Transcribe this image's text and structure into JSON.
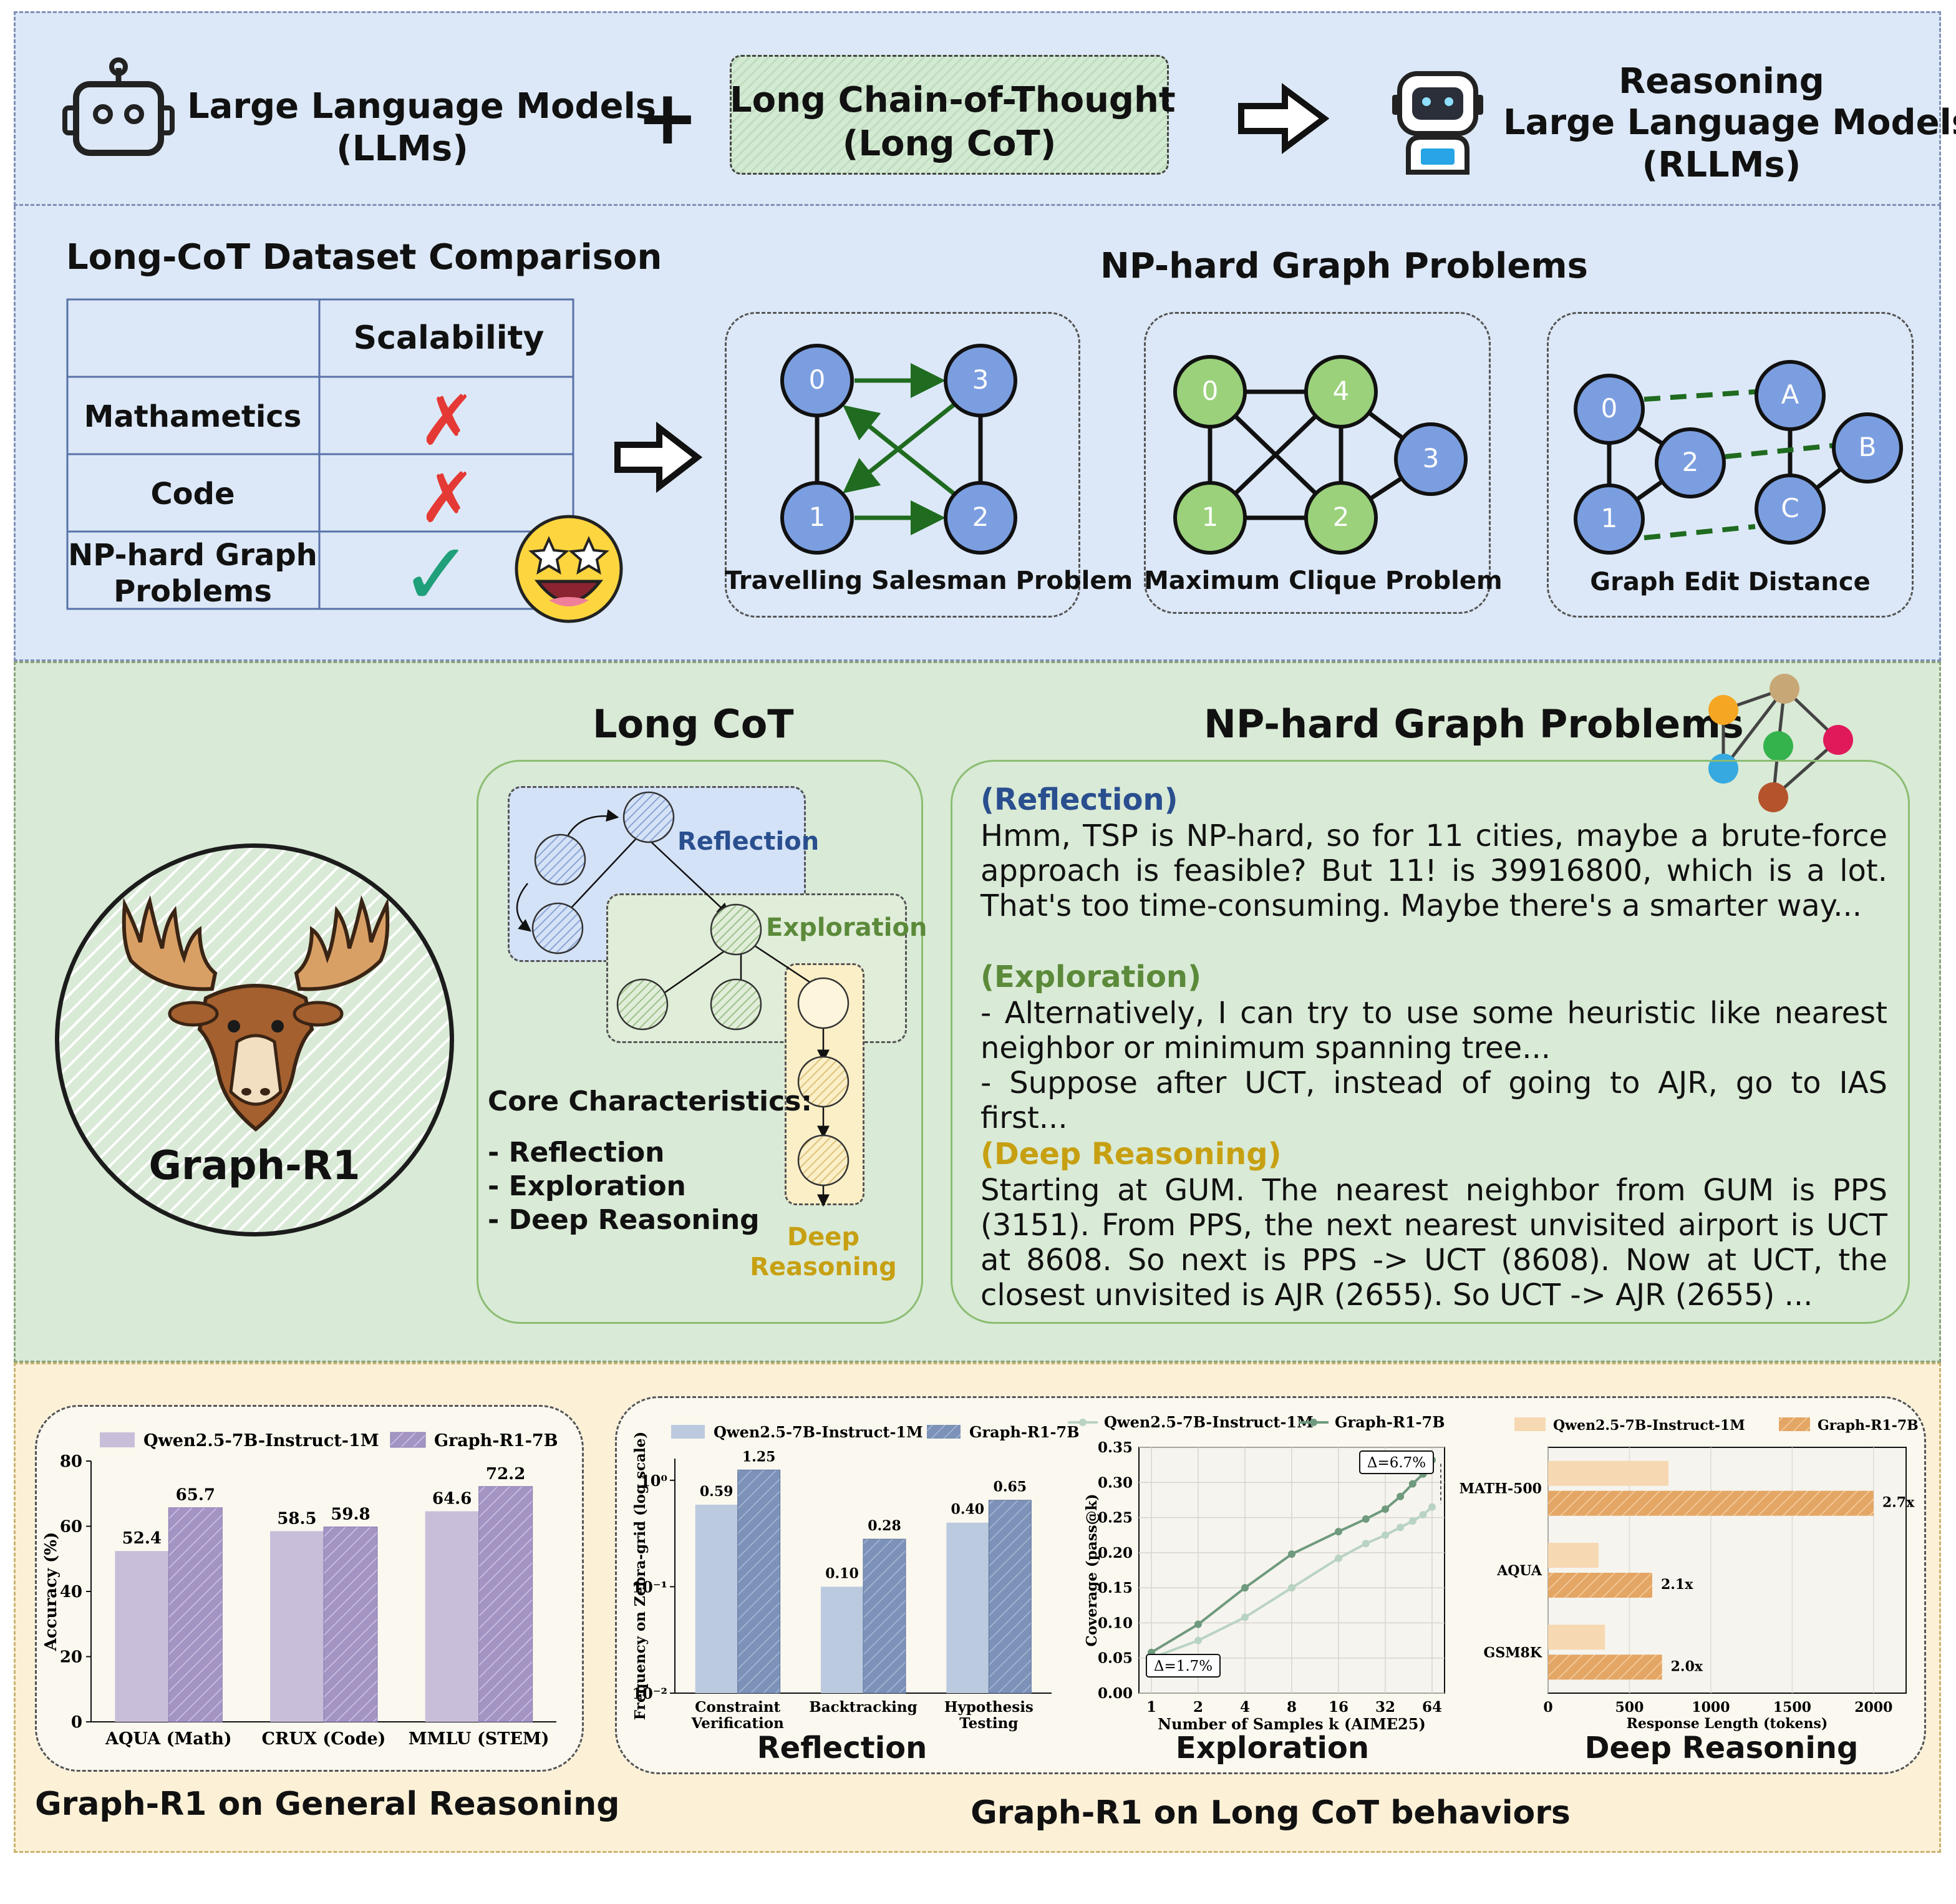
{
  "top": {
    "llm_label_1": "Large Language Models",
    "llm_label_2": "(LLMs)",
    "plus": "+",
    "cot_label_1": "Long Chain-of-Thought",
    "cot_label_2": "(Long CoT)",
    "rllm_label_1": "Reasoning",
    "rllm_label_2": "Large Language Models",
    "rllm_label_3": "(RLLMs)"
  },
  "comparison": {
    "title": "Long-CoT Dataset Comparison",
    "col_header": "Scalability",
    "rows": [
      {
        "label": "Mathametics",
        "value": "✗"
      },
      {
        "label": "Code",
        "value": "✗"
      },
      {
        "label_1": "NP-hard Graph",
        "label_2": "Problems",
        "value": "✓"
      }
    ]
  },
  "graphs": {
    "title": "NP-hard Graph Problems",
    "tsp": {
      "caption": "Travelling Salesman Problem",
      "nodes": [
        "0",
        "3",
        "1",
        "2"
      ]
    },
    "mcp": {
      "caption": "Maximum Clique Problem",
      "nodes": [
        "0",
        "4",
        "3",
        "1",
        "2"
      ]
    },
    "ged": {
      "caption": "Graph Edit Distance",
      "nodes": [
        "0",
        "2",
        "1",
        "A",
        "B",
        "C"
      ]
    }
  },
  "middle": {
    "long_cot_title": "Long CoT",
    "np_title": "NP-hard Graph Problems",
    "model_name": "Graph-R1",
    "tree_labels": {
      "reflection": "Reflection",
      "exploration": "Exploration",
      "deep_1": "Deep",
      "deep_2": "Reasoning"
    },
    "core_title": "Core Characteristics:",
    "core_items": [
      "- Reflection",
      "- Exploration",
      "- Deep Reasoning"
    ],
    "reflection_head": "(Reflection)",
    "reflection_text": "Hmm, TSP is NP-hard, so for 11 cities, maybe a brute-force approach is feasible? But 11! is 39916800, which is a lot. That's too time-consuming. Maybe there's a smarter way...",
    "exploration_head": "(Exploration)",
    "exploration_text_1": "- Alternatively, I can try to use some heuristic like nearest neighbor or minimum spanning tree...",
    "exploration_text_2": "- Suppose after UCT, instead of going to AJR, go to IAS first...",
    "deep_head": "(Deep Reasoning)",
    "deep_text": "Starting at GUM. The nearest neighbor from GUM is PPS (3151). From PPS, the next nearest unvisited airport is UCT at 8608. So next is PPS -> UCT (8608). Now at UCT, the closest unvisited is AJR (2655). So UCT -> AJR (2655) ..."
  },
  "bottom": {
    "general_caption": "Graph-R1 on General Reasoning",
    "cot_caption": "Graph-R1 on Long CoT behaviors",
    "reflection_caption": "Reflection",
    "exploration_caption": "Exploration",
    "deep_caption": "Deep Reasoning"
  },
  "colors": {
    "lilac": "#c9bed9",
    "purple": "#a494c4",
    "slate_light": "#bccadf",
    "slate": "#7d92b8",
    "sage_light": "#b9d3c2",
    "sage": "#6f9a7e",
    "peach_light": "#f6d8b2",
    "peach": "#e4a665"
  },
  "chart_data": [
    {
      "type": "bar",
      "categories": [
        "AQUA (Math)",
        "CRUX (Code)",
        "MMLU (STEM)"
      ],
      "series": [
        {
          "name": "Qwen2.5-7B-Instruct-1M",
          "values": [
            52.4,
            58.5,
            64.6
          ]
        },
        {
          "name": "Graph-R1-7B",
          "values": [
            65.7,
            59.8,
            72.2
          ]
        }
      ],
      "ylabel": "Accuracy (%)",
      "ylim": [
        0,
        80
      ],
      "yticks": [
        0,
        20,
        40,
        60,
        80
      ],
      "legend": "top"
    },
    {
      "type": "bar",
      "categories_1": [
        "Constraint",
        "Backtracking",
        "Hypothesis"
      ],
      "categories_2": [
        "Verification",
        "",
        "Testing"
      ],
      "series": [
        {
          "name": "Qwen2.5-7B-Instruct-1M",
          "values": [
            0.59,
            0.1,
            0.4
          ]
        },
        {
          "name": "Graph-R1-7B",
          "values": [
            1.25,
            0.28,
            0.65
          ]
        }
      ],
      "ylabel": "Frequency on Zebra-grid (log scale)",
      "yscale": "log",
      "ylim": [
        0.01,
        1.6
      ],
      "yticks": [
        "10⁰",
        "10⁻¹",
        "10⁻²"
      ],
      "legend": "top"
    },
    {
      "type": "line",
      "x": [
        1,
        2,
        4,
        8,
        16,
        24,
        32,
        40,
        48,
        56,
        64
      ],
      "xticks": [
        "1",
        "2",
        "4",
        "8",
        "16",
        "32",
        "64"
      ],
      "series": [
        {
          "name": "Qwen2.5-7B-Instruct-1M",
          "values": [
            0.05,
            0.075,
            0.108,
            0.15,
            0.192,
            0.213,
            0.225,
            0.236,
            0.245,
            0.254,
            0.265
          ]
        },
        {
          "name": "Graph-R1-7B",
          "values": [
            0.058,
            0.098,
            0.15,
            0.198,
            0.23,
            0.248,
            0.262,
            0.28,
            0.298,
            0.312,
            0.332
          ]
        }
      ],
      "xlabel": "Number of Samples k (AIME25)",
      "ylabel": "Coverage (pass@k)",
      "xscale": "log2",
      "ylim": [
        0,
        0.35
      ],
      "yticks": [
        "0.00",
        "0.05",
        "0.10",
        "0.15",
        "0.20",
        "0.25",
        "0.30",
        "0.35"
      ],
      "annotations": [
        "Δ=6.7%",
        "Δ=1.7%"
      ],
      "legend": "top"
    },
    {
      "type": "bar",
      "orientation": "horizontal",
      "categories": [
        "MATH-500",
        "AQUA",
        "GSM8K"
      ],
      "series": [
        {
          "name": "Qwen2.5-7B-Instruct-1M",
          "values": [
            740,
            310,
            350
          ]
        },
        {
          "name": "Graph-R1-7B",
          "values": [
            2000,
            640,
            700
          ]
        }
      ],
      "ratios": [
        "2.7x",
        "2.1x",
        "2.0x"
      ],
      "xlabel": "Response Length (tokens)",
      "xlim": [
        0,
        2200
      ],
      "xticks": [
        0,
        500,
        1000,
        1500,
        2000
      ],
      "legend": "top"
    }
  ]
}
